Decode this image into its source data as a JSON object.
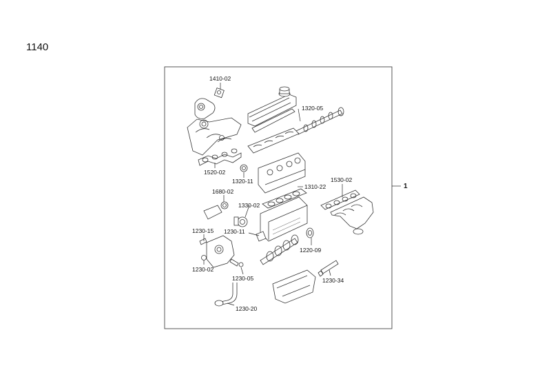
{
  "page_code": "1140",
  "main_ref": "1",
  "callouts": [
    "1410-02",
    "1320-05",
    "1520-02",
    "1320-11",
    "1310-22",
    "1530-02",
    "1680-02",
    "1330-02",
    "1230-15",
    "1230-11",
    "1220-09",
    "1230-02",
    "1230-05",
    "1230-34",
    "1230-20"
  ]
}
